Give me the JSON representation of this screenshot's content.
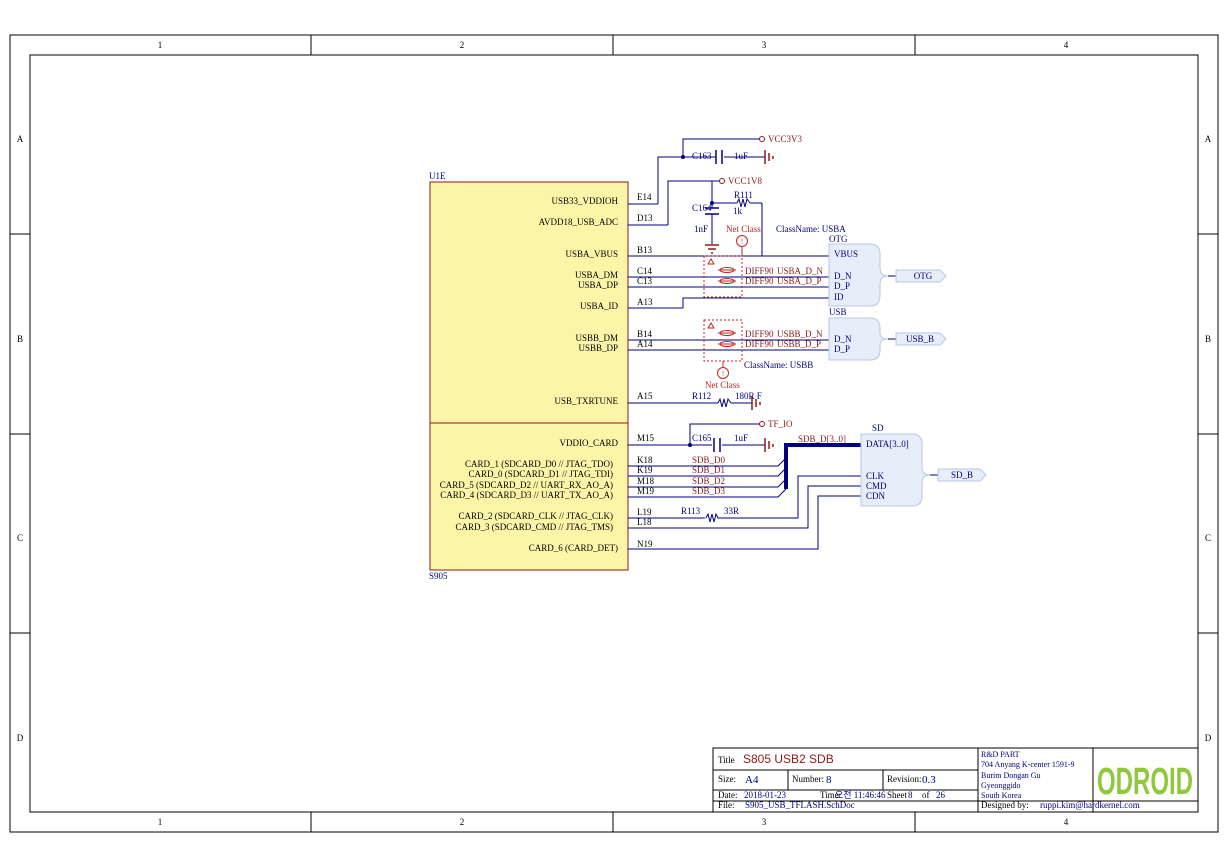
{
  "frame": {
    "columns": [
      "1",
      "2",
      "3",
      "4"
    ],
    "rows": [
      "A",
      "B",
      "C",
      "D"
    ]
  },
  "component": {
    "designator": "U1E",
    "part": "S905",
    "pins": [
      {
        "name": "USB33_VDDIOH",
        "number": "E14"
      },
      {
        "name": "AVDD18_USB_ADC",
        "number": "D13"
      },
      {
        "name": "USBA_VBUS",
        "number": "B13"
      },
      {
        "name": "USBA_DM",
        "number": "C14"
      },
      {
        "name": "USBA_DP",
        "number": "C13"
      },
      {
        "name": "USBA_ID",
        "number": "A13"
      },
      {
        "name": "USBB_DM",
        "number": "B14"
      },
      {
        "name": "USBB_DP",
        "number": "A14"
      },
      {
        "name": "USB_TXRTUNE",
        "number": "A15"
      },
      {
        "name": "VDDIO_CARD",
        "number": "M15"
      },
      {
        "name": "CARD_1 (SDCARD_D0 // JTAG_TDO)",
        "number": "K18"
      },
      {
        "name": "CARD_0 (SDCARD_D1 // JTAG_TDI)",
        "number": "K19"
      },
      {
        "name": "CARD_5 (SDCARD_D2 // UART_RX_AO_A)",
        "number": "M18"
      },
      {
        "name": "CARD_4 (SDCARD_D3 // UART_TX_AO_A)",
        "number": "M19"
      },
      {
        "name": "CARD_2 (SDCARD_CLK // JTAG_CLK)",
        "number": "L19"
      },
      {
        "name": "CARD_3 (SDCARD_CMD // JTAG_TMS)",
        "number": "L18"
      },
      {
        "name": "CARD_6 (CARD_DET)",
        "number": "N19"
      }
    ]
  },
  "power": {
    "vcc3v3": "VCC3V3",
    "vcc1v8": "VCC1V8",
    "tf_io": "TF_IO"
  },
  "passives": {
    "c163": {
      "ref": "C163",
      "value": "1uF"
    },
    "c164": {
      "ref": "C164",
      "value": "1nF"
    },
    "r111": {
      "ref": "R111",
      "value": "1k"
    },
    "r112": {
      "ref": "R112",
      "value": "180R F"
    },
    "c165": {
      "ref": "C165",
      "value": "1uF"
    },
    "r113": {
      "ref": "R113",
      "value": "33R"
    }
  },
  "nets": {
    "usba_dn": "USBA_D_N",
    "usba_dp": "USBA_D_P",
    "usbb_dn": "USBB_D_N",
    "usbb_dp": "USBB_D_P",
    "diff_rule": "DIFF90",
    "sdb_d0": "SDB_D0",
    "sdb_d1": "SDB_D1",
    "sdb_d2": "SDB_D2",
    "sdb_d3": "SDB_D3",
    "sdb_bus": "SDB_D[3..0]"
  },
  "directives": {
    "net_class": "Net Class",
    "classname_usba": "ClassName: USBA",
    "classname_usbb": "ClassName: USBB"
  },
  "harnesses": {
    "otg": {
      "title": "OTG",
      "pins": [
        "VBUS",
        "D_N",
        "D_P",
        "ID"
      ],
      "port": "OTG"
    },
    "usb": {
      "title": "USB",
      "pins": [
        "D_N",
        "D_P"
      ],
      "port": "USB_B"
    },
    "sd": {
      "title": "SD",
      "pins": [
        "DATA[3..0]",
        "CLK",
        "CMD",
        "CDN"
      ],
      "port": "SD_B"
    }
  },
  "title_block": {
    "title_label": "Title",
    "title": "S805 USB2 SDB",
    "size_label": "Size:",
    "size": "A4",
    "number_label": "Number:",
    "number": "8",
    "revision_label": "Revision:",
    "revision": "0.3",
    "date_label": "Date:",
    "date": "2018-01-23",
    "time_label": "Time:",
    "time": "오전 11:46:46",
    "sheet_label": "Sheet",
    "sheet": "8",
    "of_label": "of",
    "total": "26",
    "file_label": "File:",
    "file": "S905_USB_TFLASH.SchDoc",
    "address": [
      "R&D PART",
      "704 Anyang K-center 1591-9",
      "Burim Dongan Gu",
      "Gyeonggido",
      "South Korea"
    ],
    "designed_label": "Designed by:",
    "designed_by": "ruppi.kim@hardkernel.com",
    "logo_text": "ODROID"
  },
  "colors": {
    "frame": "#000000",
    "body_fill": "#fbf5a8",
    "body_stroke": "#8b1a1a",
    "wire": "#00007f",
    "power": "#8b1a1a",
    "net_label": "#8b1a1a",
    "directive": "#cc2222",
    "harness_fill": "#e6eef9",
    "harness_stroke": "#b9c7e3",
    "logo": "#8fc83a"
  }
}
